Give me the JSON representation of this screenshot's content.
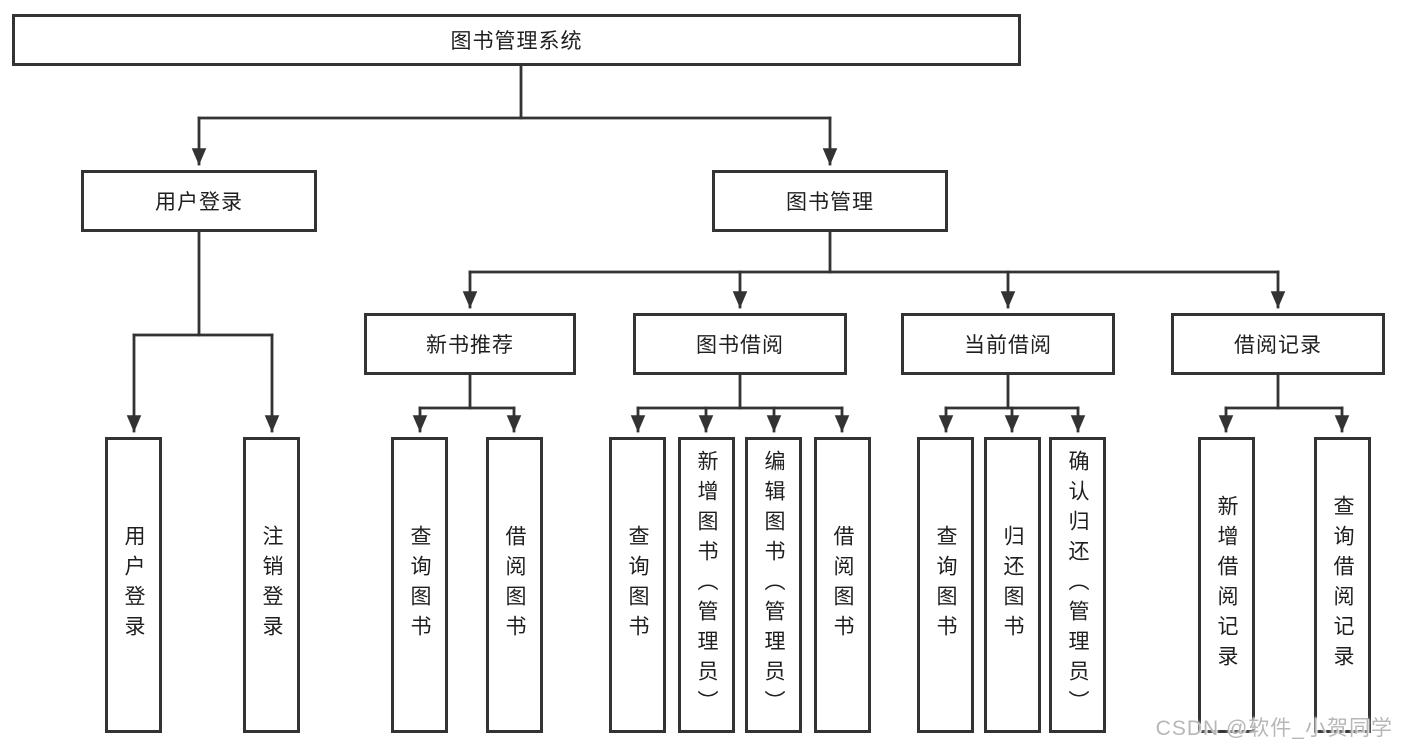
{
  "root": {
    "label": "图书管理系统"
  },
  "level2": [
    {
      "label": "用户登录"
    },
    {
      "label": "图书管理"
    }
  ],
  "level3": [
    {
      "label": "新书推荐"
    },
    {
      "label": "图书借阅"
    },
    {
      "label": "当前借阅"
    },
    {
      "label": "借阅记录"
    }
  ],
  "leaves": {
    "login": [
      {
        "label": "用户登录"
      },
      {
        "label": "注销登录"
      }
    ],
    "recommend": [
      {
        "label": "查询图书"
      },
      {
        "label": "借阅图书"
      }
    ],
    "borrow": [
      {
        "label": "查询图书"
      },
      {
        "label": "新增图书（管理员）"
      },
      {
        "label": "编辑图书（管理员）"
      },
      {
        "label": "借阅图书"
      }
    ],
    "current": [
      {
        "label": "查询图书"
      },
      {
        "label": "归还图书"
      },
      {
        "label": "确认归还（管理员）"
      }
    ],
    "records": [
      {
        "label": "新增借阅记录"
      },
      {
        "label": "查询借阅记录"
      }
    ]
  },
  "watermark": "CSDN @软件_小贺同学",
  "colors": {
    "line": "#333333",
    "box_border": "#333333",
    "box_fill": "#ffffff",
    "text": "#1f1f1f",
    "watermark": "#b7b7b7"
  }
}
